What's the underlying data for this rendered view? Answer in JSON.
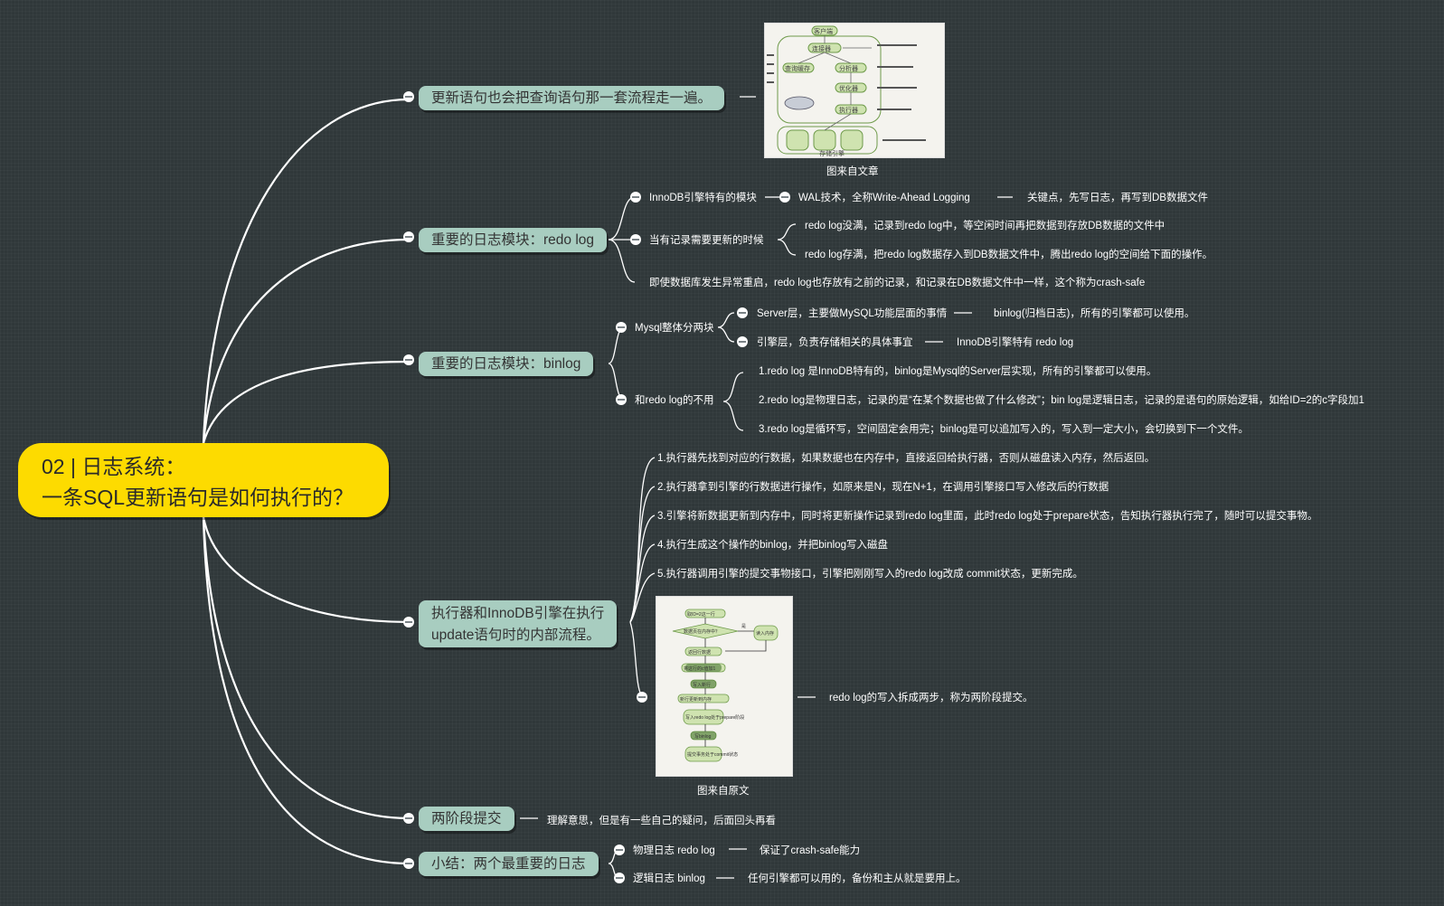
{
  "root": {
    "line1": "02 | 日志系统：",
    "line2": "一条SQL更新语句是如何执行的？"
  },
  "topics": {
    "t1": "更新语句也会把查询语句那一套流程走一遍。",
    "t2": "重要的日志模块：redo log",
    "t3": "重要的日志模块：binlog",
    "t4a": "执行器和InnoDB引擎在执行",
    "t4b": "update语句时的内部流程。",
    "t5": "两阶段提交",
    "t6": "小结：两个最重要的日志"
  },
  "captions": {
    "img1": "图来自文章",
    "img2": "图来自原文"
  },
  "img1_labels": [
    "客户端",
    "连接器",
    "分析器",
    "优化器",
    "执行器",
    "查询缓存",
    "存储引擎"
  ],
  "img2_labels": [
    "取ID=2这一行",
    "数据页在内存中？",
    "是",
    "读入内存",
    "返回行数据",
    "将这行的c值加1",
    "写入新行",
    "新行更新到内存",
    "写入redo log处于prepare阶段",
    "写binlog",
    "提交事务处于commit状态"
  ],
  "redo": {
    "a": "InnoDB引擎特有的模块",
    "a1": "WAL技术，全称Write-Ahead Logging",
    "a2": "关键点，先写日志，再写到DB数据文件",
    "b": "当有记录需要更新的时候",
    "b1": "redo log没满，记录到redo log中，等空闲时间再把数据到存放DB数据的文件中",
    "b2": "redo log存满，把redo log数据存入到DB数据文件中，腾出redo log的空间给下面的操作。",
    "c": "即使数据库发生异常重启，redo log也存放有之前的记录，和记录在DB数据文件中一样，这个称为crash-safe"
  },
  "binlog": {
    "a": "Mysql整体分两块",
    "a1": "Server层，主要做MySQL功能层面的事情",
    "a1b": "binlog(归档日志)，所有的引擎都可以使用。",
    "a2": "引擎层，负责存储相关的具体事宜",
    "a2b": "InnoDB引擎特有 redo log",
    "b": "和redo log的不用",
    "b1": "1.redo log 是InnoDB特有的，binlog是Mysql的Server层实现，所有的引擎都可以使用。",
    "b2": "2.redo log是物理日志，记录的是“在某个数据也做了什么修改”；bin log是逻辑日志，记录的是语句的原始逻辑，如给ID=2的c字段加1",
    "b3": "3.redo log是循环写，空间固定会用完；binlog是可以追加写入的，写入到一定大小，会切换到下一个文件。"
  },
  "flow": {
    "s1": "1.执行器先找到对应的行数据，如果数据也在内存中，直接返回给执行器，否则从磁盘读入内存，然后返回。",
    "s2": "2.执行器拿到引擎的行数据进行操作，如原来是N，现在N+1，在调用引擎接口写入修改后的行数据",
    "s3": "3.引擎将新数据更新到内存中，同时将更新操作记录到redo log里面，此时redo log处于prepare状态，告知执行器执行完了，随时可以提交事物。",
    "s4": "4.执行生成这个操作的binlog，并把binlog写入磁盘",
    "s5": "5.执行器调用引擎的提交事物接口，引擎把刚刚写入的redo log改成 commit状态，更新完成。",
    "s6": "redo log的写入拆成两步，称为两阶段提交。"
  },
  "twophase": {
    "a": "理解意思，但是有一些自己的疑问，后面回头再看"
  },
  "summary": {
    "a": "物理日志 redo log",
    "a1": "保证了crash-safe能力",
    "b": "逻辑日志 binlog",
    "b1": "任何引擎都可以用的，备份和主从就是要用上。"
  }
}
